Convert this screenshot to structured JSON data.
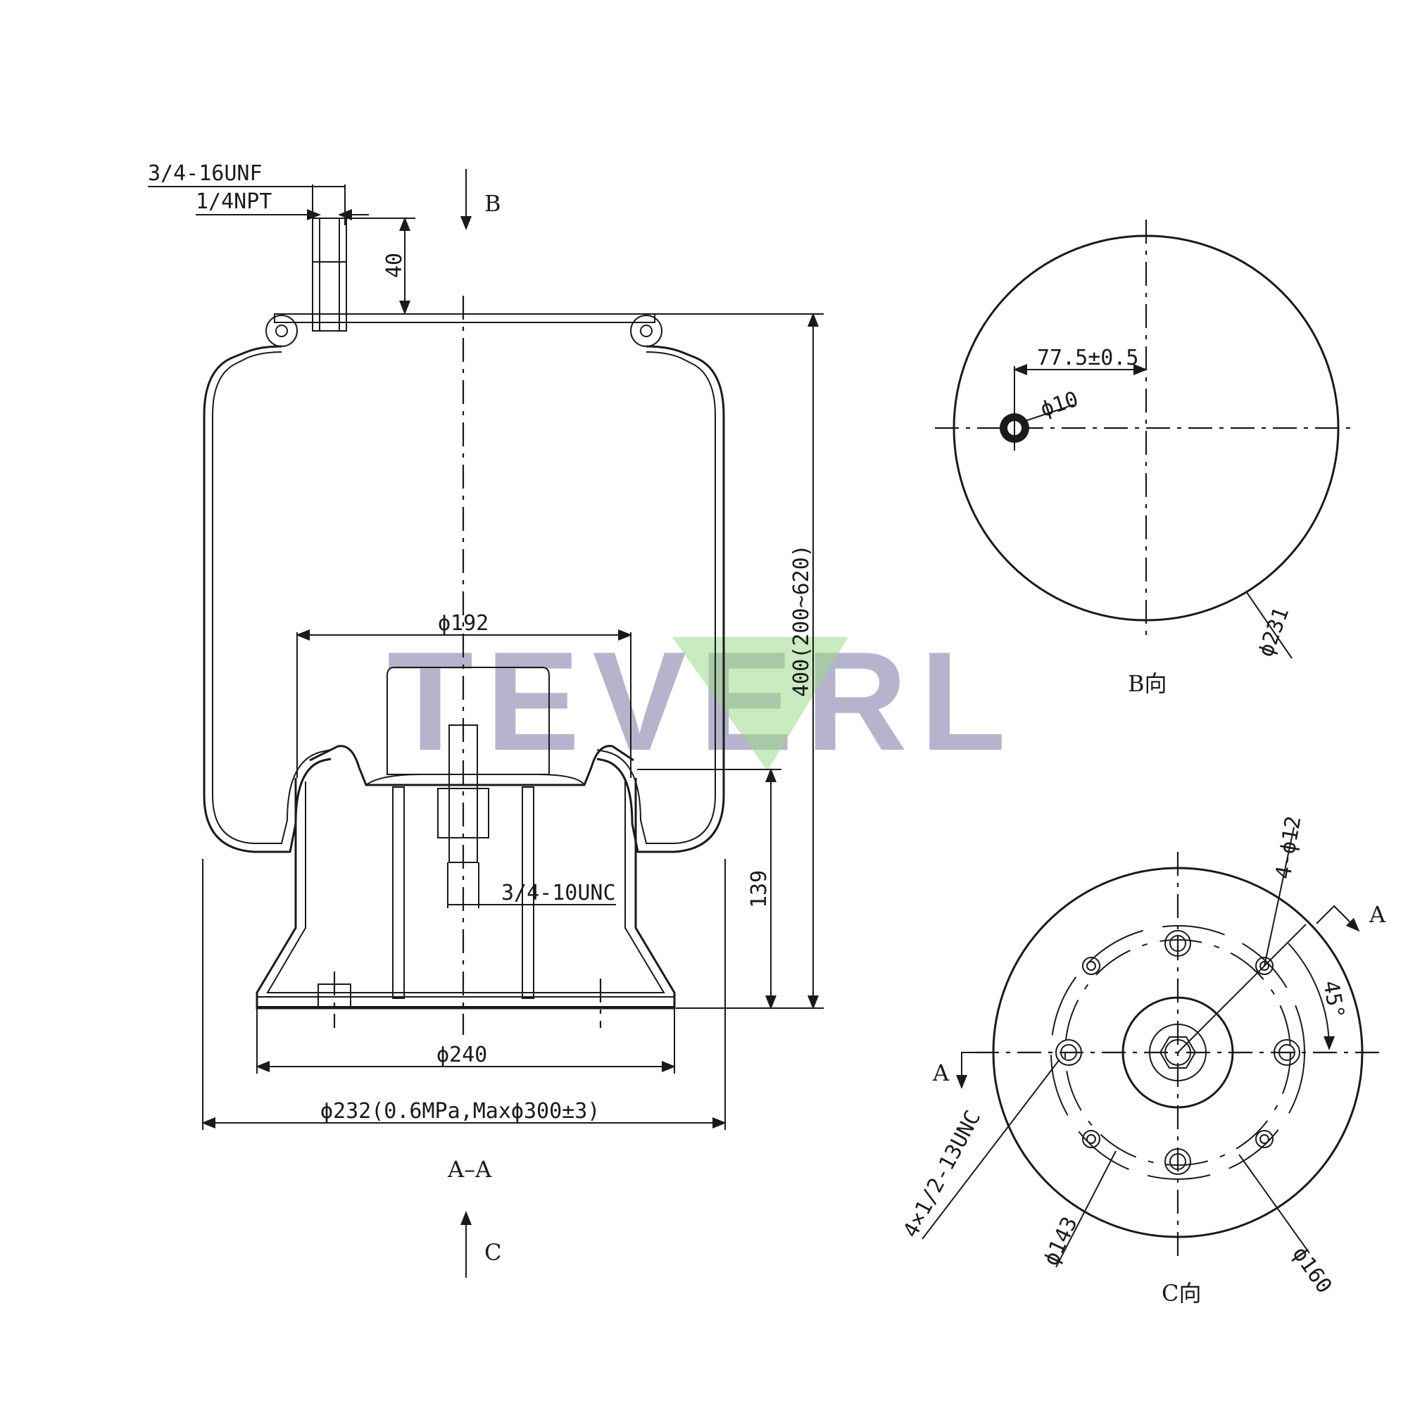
{
  "watermark": {
    "text": "TEVERL",
    "colors": {
      "letters": "#7b77a6",
      "chevron": "#9fd98a"
    }
  },
  "section_view": {
    "title": "A–A",
    "view_arrow_top": "B",
    "view_arrow_bottom": "C",
    "dims": {
      "thread_port": "3/4-16UNF",
      "npt": "1/4NPT",
      "stud_height": "40",
      "piston_diameter": "ϕ192",
      "stud_thread": "3/4-10UNC",
      "height": "400(200~620)",
      "piston_height": "139",
      "base_diameter": "ϕ240",
      "bellow_diameter": "ϕ232(0.6MPa,Maxϕ300±3)"
    }
  },
  "view_b": {
    "title": "B向",
    "offset": "77.5±0.5",
    "hole": "ϕ10",
    "diameter": "ϕ231"
  },
  "view_c": {
    "title": "C向",
    "holes": "4-ϕ12",
    "angle": "45°",
    "threads": "4×1/2-13UNC",
    "bolt_circle_small": "ϕ143",
    "bolt_circle_large": "ϕ160",
    "section_mark": "A"
  }
}
